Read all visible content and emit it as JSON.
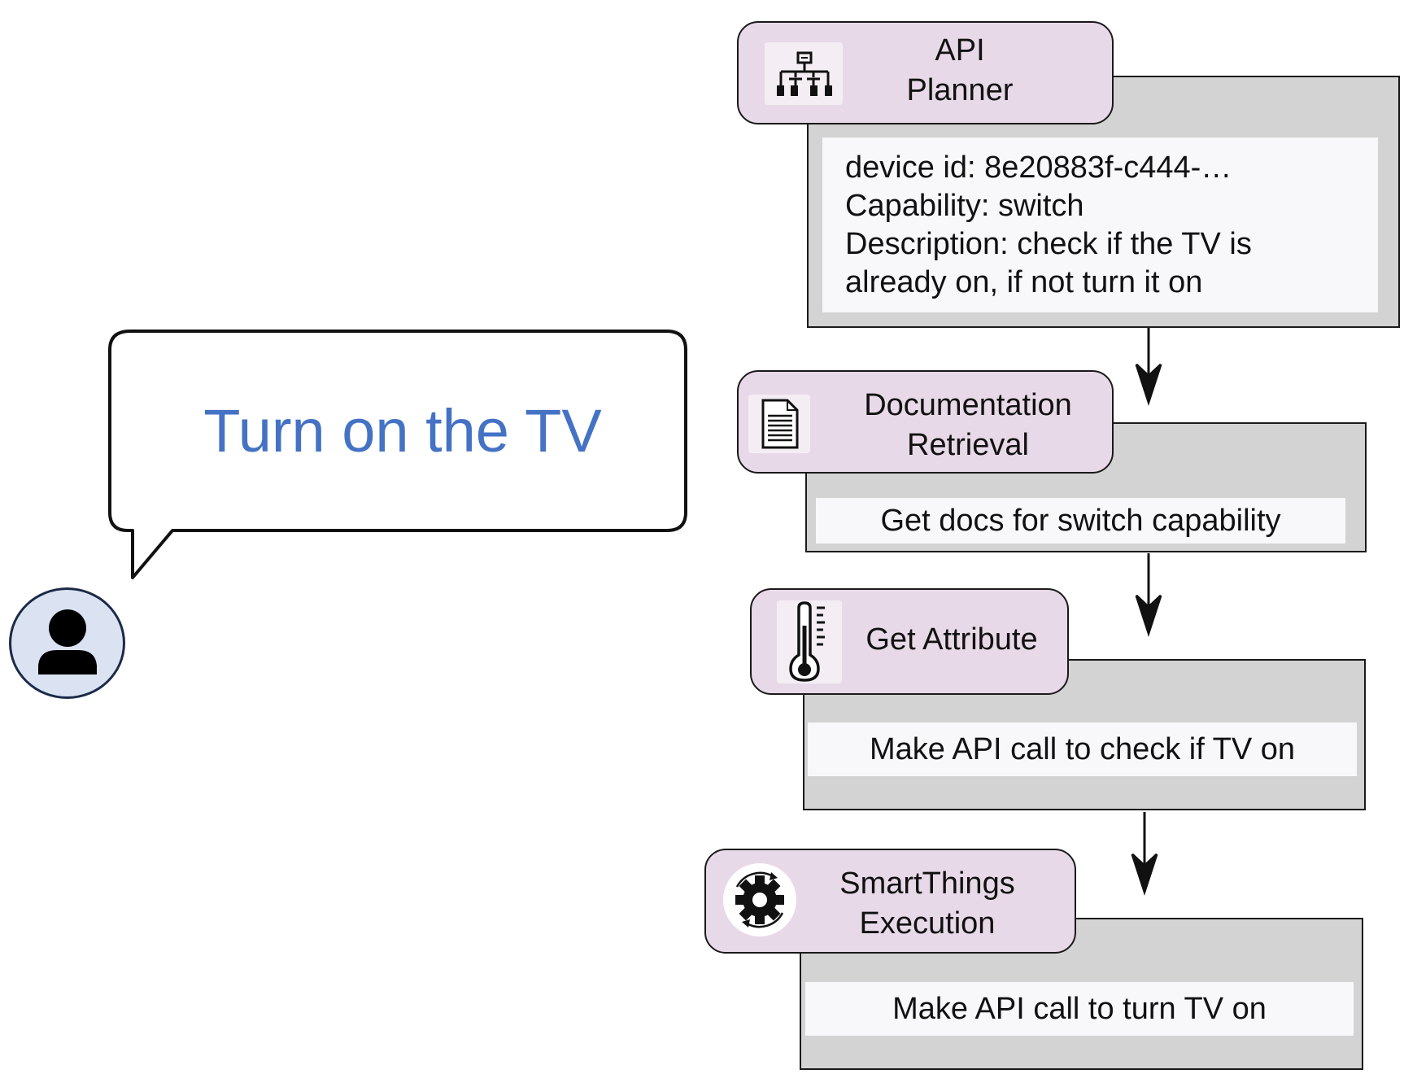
{
  "user_request": {
    "text": "Turn on the TV"
  },
  "stages": [
    {
      "title_line1": "API",
      "title_line2": "Planner",
      "icon": "sitemap-icon",
      "details": [
        "device id: 8e20883f-c444-…",
        "Capability:  switch",
        "Description: check if the TV is",
        "already on, if  not turn it on"
      ]
    },
    {
      "title_line1": "Documentation",
      "title_line2": "Retrieval",
      "icon": "document-icon",
      "detail": "Get docs for switch capability"
    },
    {
      "title_line1": "Get Attribute",
      "icon": "thermometer-icon",
      "detail": "Make  API call to check if TV on"
    },
    {
      "title_line1": "SmartThings",
      "title_line2": "Execution",
      "icon": "gear-cycle-icon",
      "detail": "Make  API call to turn TV on"
    }
  ],
  "colors": {
    "request_text": "#4472c4",
    "stage_header": "#e8d9e8",
    "panel": "#d3d3d3",
    "avatar_bg": "#dbe3f3"
  }
}
